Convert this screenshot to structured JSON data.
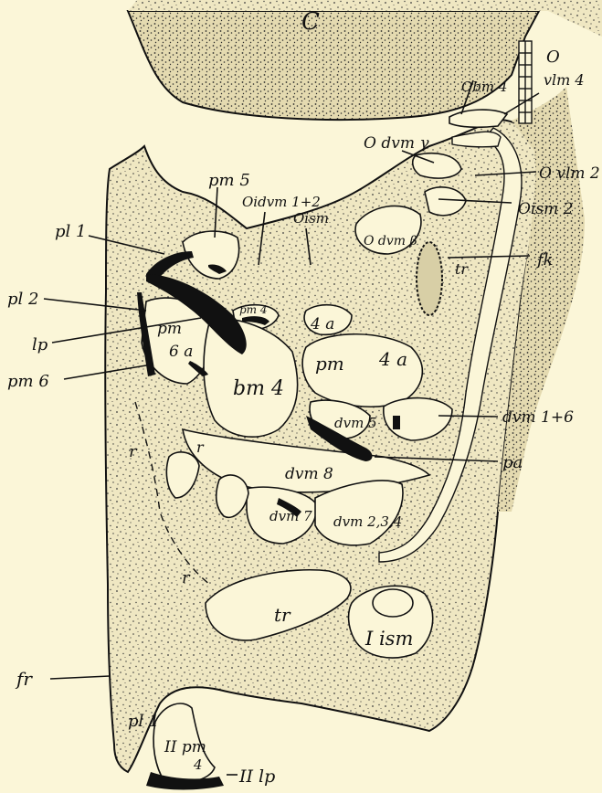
{
  "figure": {
    "background_color": "#fbf6d8",
    "ink_color": "#111111",
    "tissue_color": "#efe7c2"
  },
  "labels": {
    "C": "C",
    "O": "O",
    "vlm4": "vlm 4",
    "Obm4": "Obm 4",
    "Odvm_gamma": "O dvm γ",
    "Ovlm2": "O vlm 2",
    "Oism2": "Oism 2",
    "Oidvm12": "Oidvm 1+2",
    "Oism": "Oism",
    "Odvm_beta": "O dvm β",
    "fk": "fk",
    "tr_upper": "tr",
    "pm5": "pm 5",
    "pl1": "pl 1",
    "pl2": "pl 2",
    "lp": "lp",
    "pm6": "pm 6",
    "pm6a_pm": "pm",
    "pm6a_6a": "6 a",
    "pm4": "pm 4",
    "a4_upper": "4 a",
    "pm_mid": "pm",
    "a4_mid": "4 a",
    "bm4": "bm 4",
    "dvm5": "dvm 5",
    "dvm16_inner": "",
    "dvm16": "dvm 1+6",
    "pa": "pa",
    "r_left": "r",
    "r_mid": "r",
    "dvm8": "dvm 8",
    "dvm7": "dvm 7",
    "dvm234": "dvm 2,3,4",
    "r_lower": "r",
    "tr_lower": "tr",
    "Iism": "I ism",
    "fr": "fr",
    "pl1_lower": "pl 1",
    "IIpm4_a": "II pm",
    "IIpm4_b": "4",
    "IIlp": "II lp"
  }
}
